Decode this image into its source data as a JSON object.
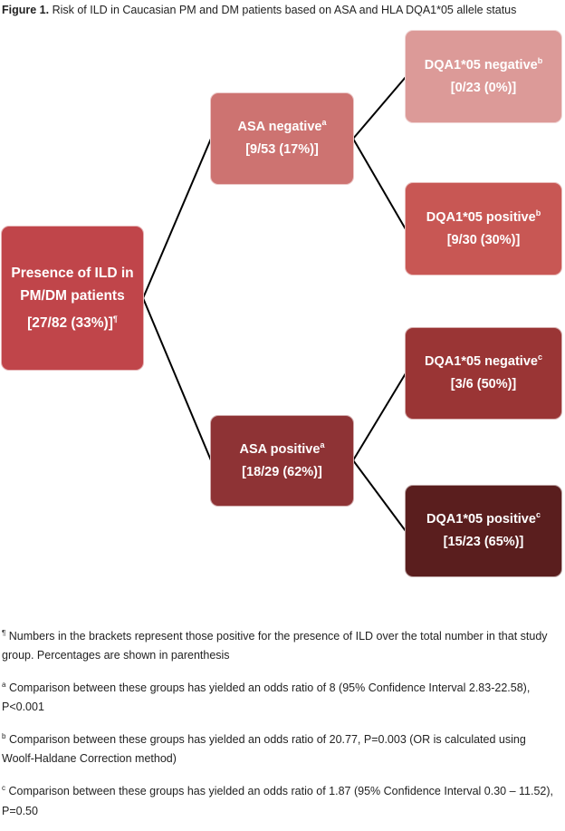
{
  "figure": {
    "label": "Figure 1.",
    "title": "Risk of ILD in Caucasian PM and DM patients based on ASA and HLA DQA1*05 allele status"
  },
  "nodes": {
    "root": {
      "line1": "Presence of ILD in",
      "line2": "PM/DM patients",
      "count": "[27/82 (33%)]",
      "mark": "¶",
      "color": "#c0454a"
    },
    "asa_neg": {
      "label": "ASA negative",
      "mark": "a",
      "count": "[9/53 (17%)]",
      "color": "#cd7371"
    },
    "asa_pos": {
      "label": "ASA positive",
      "mark": "a",
      "count": "[18/29 (62%)]",
      "color": "#8e3335"
    },
    "dqa_neg_b": {
      "label": "DQA1*05 negative",
      "mark": "b",
      "count": "[0/23 (0%)]",
      "color": "#dc9a98"
    },
    "dqa_pos_b": {
      "label": "DQA1*05 positive",
      "mark": "b",
      "count": "[9/30 (30%)]",
      "color": "#c85754"
    },
    "dqa_neg_c": {
      "label": "DQA1*05 negative",
      "mark": "c",
      "count": "[3/6 (50%)]",
      "color": "#9a3535"
    },
    "dqa_pos_c": {
      "label": "DQA1*05 positive",
      "mark": "c",
      "count": "[15/23 (65%)]",
      "color": "#5a1e1e"
    }
  },
  "notes": [
    {
      "mark": "¶",
      "text": "Numbers in the brackets represent those positive for the presence of ILD over the total number in that study group. Percentages are shown in parenthesis"
    },
    {
      "mark": "a",
      "text": "Comparison between these groups has yielded an odds ratio of 8 (95% Confidence Interval 2.83-22.58), P<0.001"
    },
    {
      "mark": "b",
      "text": "Comparison between these groups has yielded an odds ratio of 20.77, P=0.003 (OR is calculated using Woolf-Haldane Correction method)"
    },
    {
      "mark": "c",
      "text": "Comparison between these groups has yielded an odds ratio of 1.87 (95% Confidence Interval 0.30 – 11.52), P=0.50"
    }
  ]
}
